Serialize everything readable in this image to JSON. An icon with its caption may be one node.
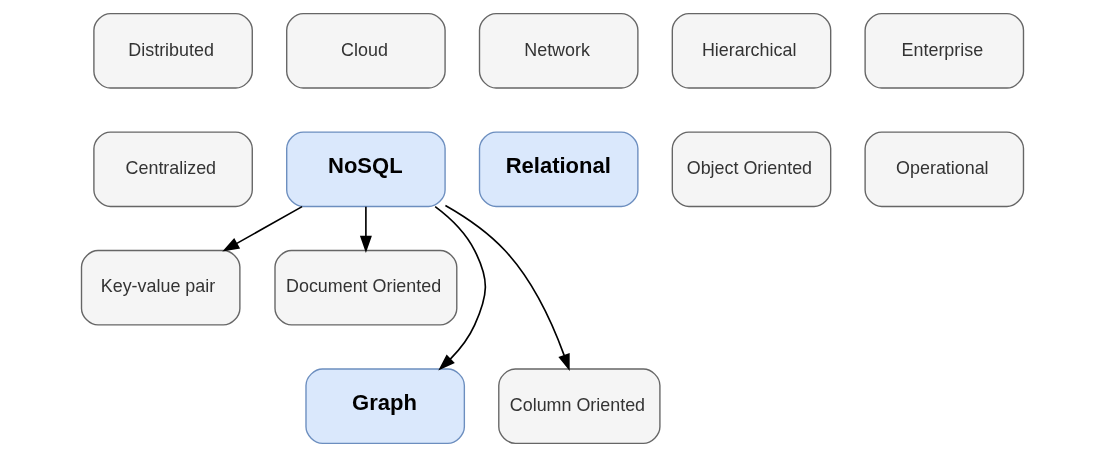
{
  "diagram": {
    "nodes": [
      {
        "text": [
          "Distributed"
        ]
      },
      {
        "text": [
          "Cloud"
        ]
      },
      {
        "text": [
          "Network"
        ]
      },
      {
        "text": [
          "Hierarchical"
        ]
      },
      {
        "text": [
          "Enterprise"
        ]
      },
      {
        "text": [
          "Centralized"
        ]
      },
      {
        "text": [
          "NoSQL"
        ]
      },
      {
        "text": [
          "Relational"
        ]
      },
      {
        "text": [
          "Object Oriented"
        ]
      },
      {
        "text": [
          "Operational"
        ]
      },
      {
        "text": [
          "Key-value pair"
        ]
      },
      {
        "text": [
          "Document Oriented"
        ]
      },
      {
        "text": [
          "Graph"
        ]
      },
      {
        "text": [
          "Column Oriented"
        ]
      }
    ],
    "edges": [
      {
        "from": 6,
        "to": 10,
        "arrow": "to"
      },
      {
        "from": 6,
        "to": 12,
        "arrow": "to"
      },
      {
        "from": 6,
        "to": 13,
        "arrow": "to"
      },
      {
        "from": 6,
        "to": 11,
        "arrow": "to"
      }
    ]
  }
}
